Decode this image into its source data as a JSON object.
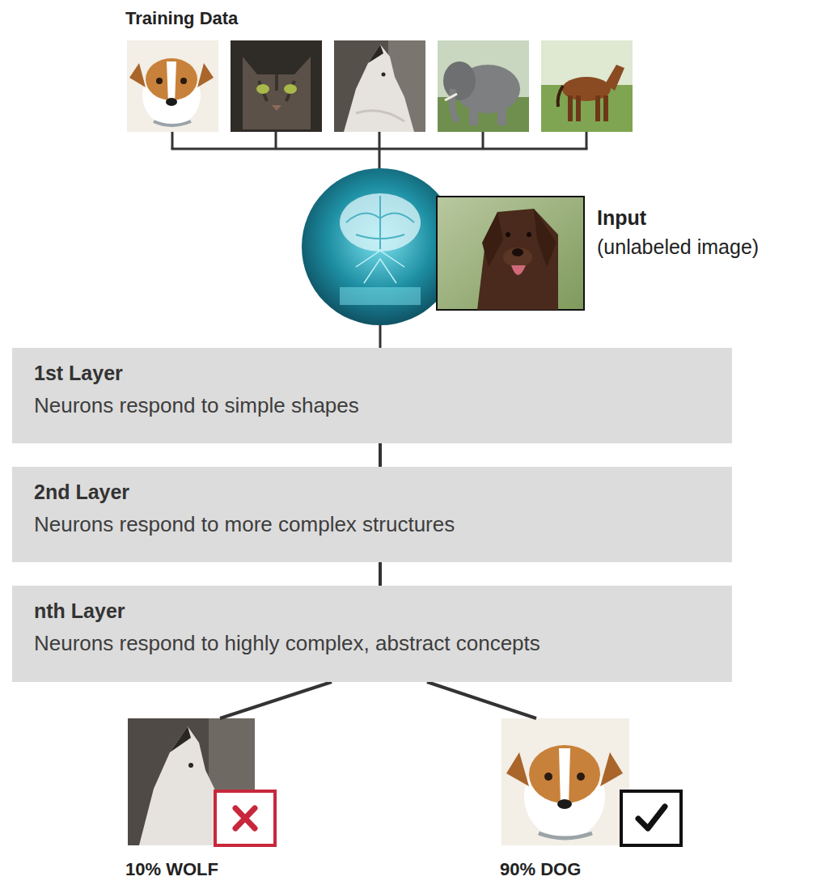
{
  "diagram": {
    "nodes": [
      {
        "text": [
          "1st Layer",
          "Neurons respond to simple shapes"
        ]
      },
      {
        "text": [
          "2nd Layer",
          "Neurons respond to more complex structures"
        ]
      },
      {
        "text": [
          "nth Layer",
          "Neurons respond to highly complex, abstract concepts"
        ]
      },
      {
        "text": [
          "10% WOLF"
        ]
      },
      {
        "text": [
          "90% DOG"
        ]
      }
    ],
    "edges": [
      {
        "from": 0,
        "to": 1,
        "arrow": "none"
      },
      {
        "from": 1,
        "to": 2,
        "arrow": "none"
      },
      {
        "from": 2,
        "to": 3,
        "arrow": "none"
      },
      {
        "from": 2,
        "to": 4,
        "arrow": "none"
      }
    ],
    "labels": [
      "Training Data",
      "Input",
      "(unlabeled image)"
    ]
  }
}
